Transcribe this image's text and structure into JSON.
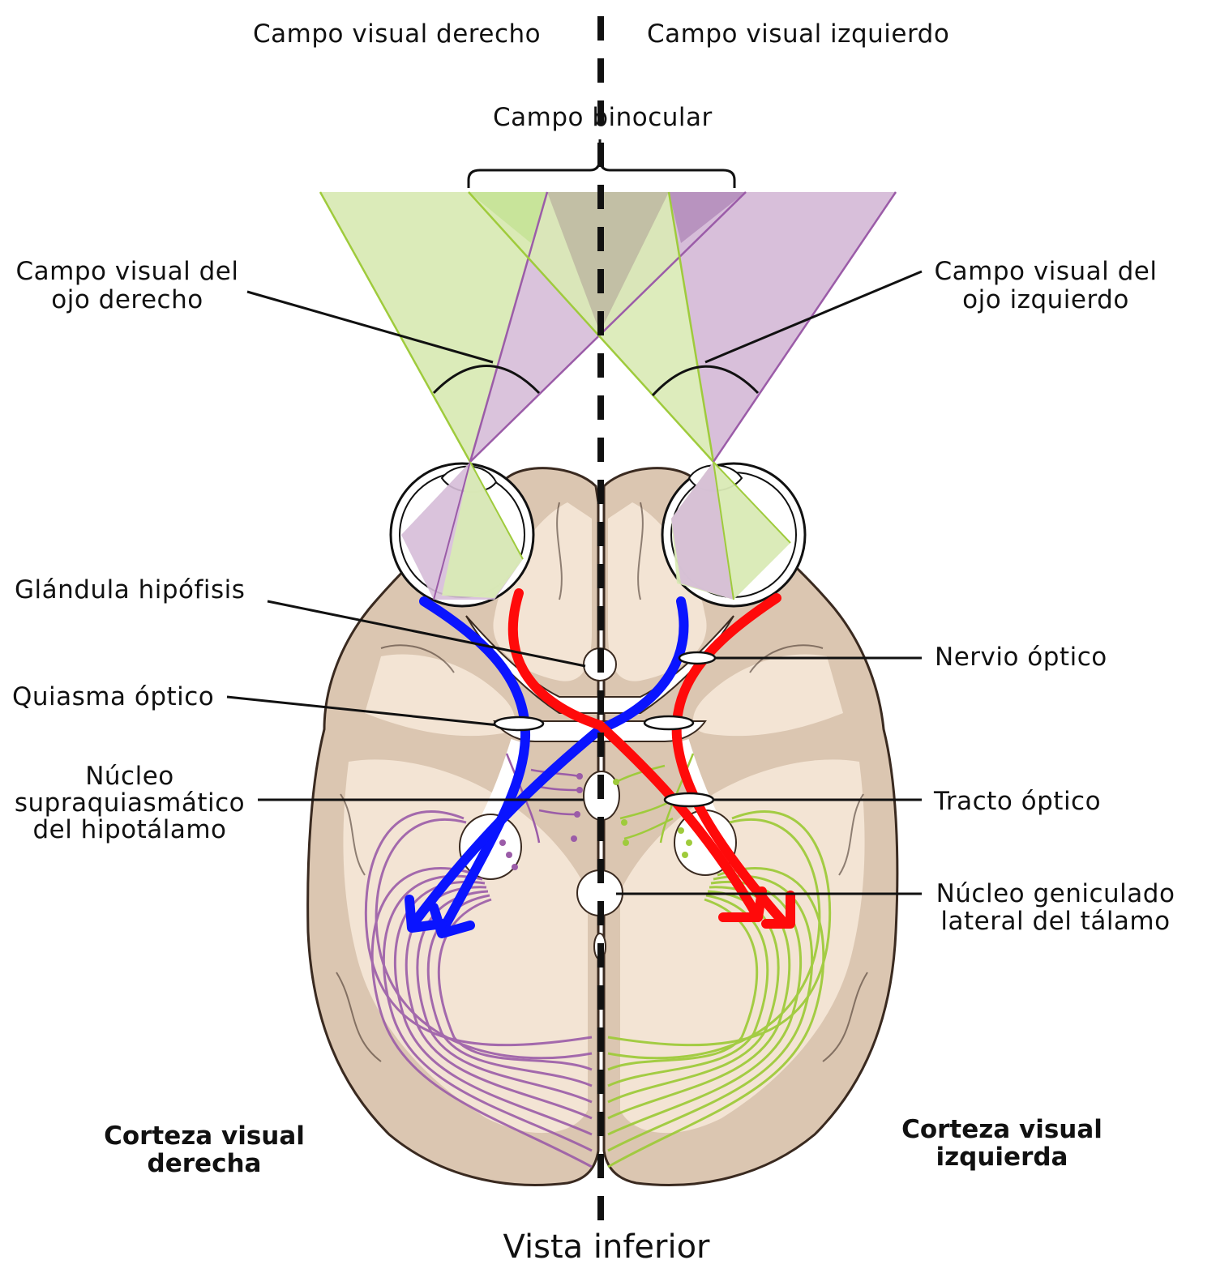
{
  "labels": {
    "right_visual_field": "Campo visual derecho",
    "left_visual_field": "Campo visual izquierdo",
    "binocular_field": "Campo binocular",
    "right_eye_field": [
      "Campo visual del",
      "ojo derecho"
    ],
    "left_eye_field": [
      "Campo visual del",
      "ojo izquierdo"
    ],
    "pituitary": "Glándula hipófisis",
    "optic_nerve": "Nervio óptico",
    "optic_chiasm": "Quiasma óptico",
    "scn": [
      "Núcleo",
      "supraquiasmático",
      "del hipotálamo"
    ],
    "optic_tract": "Tracto óptico",
    "lgn": [
      "Núcleo geniculado",
      "lateral del tálamo"
    ],
    "right_cortex": [
      "Corteza visual",
      "derecha"
    ],
    "left_cortex": [
      "Corteza visual",
      "izquierda"
    ],
    "view": "Vista inferior"
  },
  "colors": {
    "green_field": "#d9eab5",
    "green_line": "#9fcb3c",
    "purple_field": "#d6bcd8",
    "purple_line": "#9b5ca8",
    "overlap": "#c2bfa5",
    "brain_dark": "#dbc6b1",
    "brain_light": "#f3e4d4",
    "arrow_blue": "#0a14ff",
    "arrow_red": "#ff0a0a"
  }
}
